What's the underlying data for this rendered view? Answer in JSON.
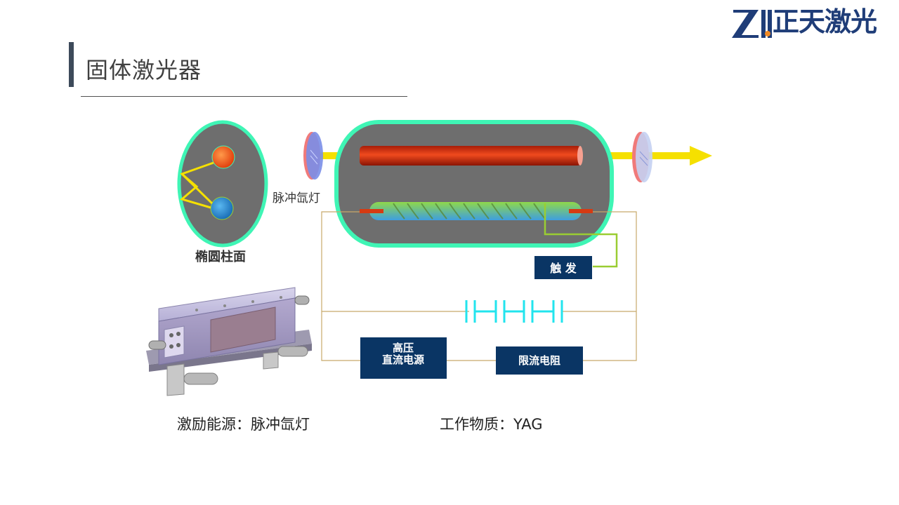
{
  "header": {
    "title": "固体激光器",
    "logo_text": "正天激光",
    "logo_mark": "Z"
  },
  "diagram": {
    "label_ellipse": "椭圆柱面",
    "label_flashlamp": "脉冲氙灯",
    "label_trigger": "触 发",
    "label_hv_line1": "高压",
    "label_hv_line2": "直流电源",
    "label_resistor": "限流电阻"
  },
  "captions": {
    "pump": "激励能源：脉冲氙灯",
    "medium": "工作物质：YAG"
  },
  "colors": {
    "cavity_border": "#3ff5b5",
    "cavity_fill": "#6e6e6e",
    "rod": "#e22a10",
    "beam": "#f5e000",
    "box_fill": "#0a3564",
    "wire": "#c8a96a",
    "capacitor": "#22e4ee",
    "trigger_wire": "#9acd32"
  }
}
